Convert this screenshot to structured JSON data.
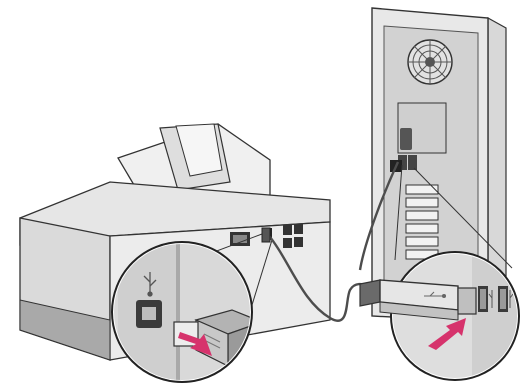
{
  "figure": {
    "description_visible_text": [],
    "colors": {
      "printer_body": "#e9e9e9",
      "printer_shadow": "#bdbdbd",
      "printer_dark": "#5d5d5d",
      "tower_body": "#e6e6e6",
      "tower_panel": "#cfcfcf",
      "tower_dark": "#4c4c4c",
      "cable": "#6a6a6a",
      "magnifier_bg": "#dcdcdc",
      "arrow": "#d6336c",
      "outline": "#333333"
    },
    "icons": [
      "printer-illustration",
      "computer-tower-illustration",
      "usb-cable",
      "usb-b-port-icon",
      "usb-a-port-icon",
      "usb-symbol-icon",
      "insert-arrow-icon"
    ]
  }
}
